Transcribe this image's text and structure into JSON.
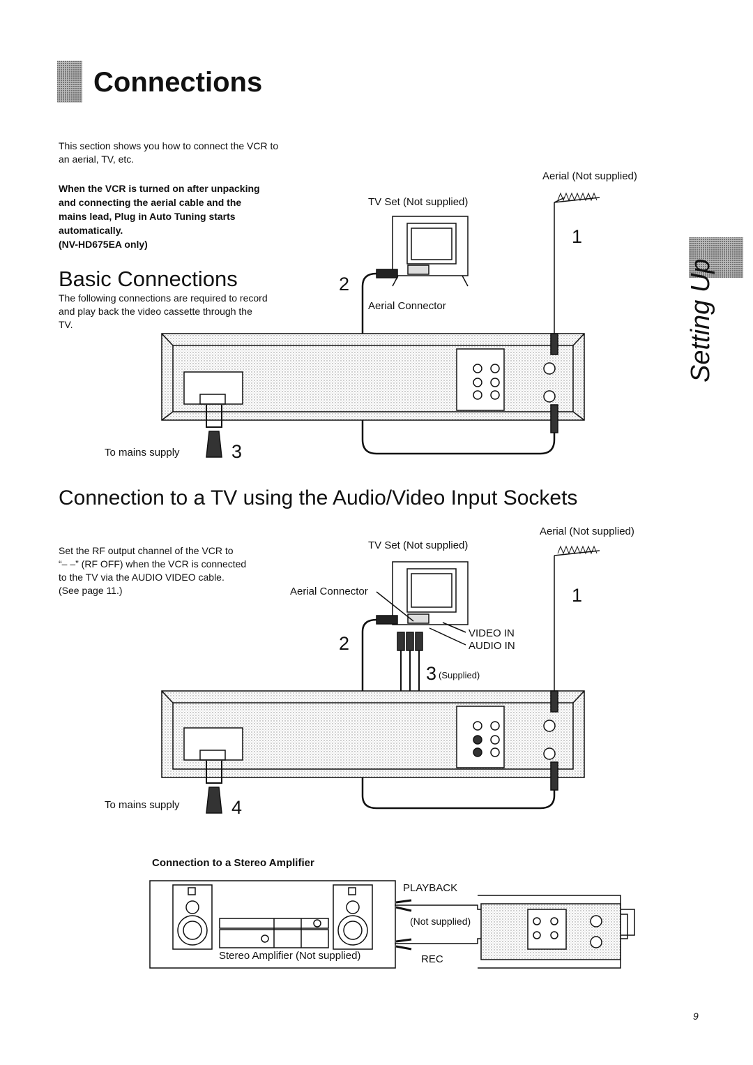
{
  "header": {
    "title": "Connections"
  },
  "intro": {
    "text": "This section shows you how to connect the VCR to an aerial, TV, etc."
  },
  "note": {
    "lines": [
      "When the VCR is turned on after unpacking",
      "and connecting the aerial cable and the",
      "mains lead, Plug in Auto Tuning starts",
      "automatically.",
      "(NV-HD675EA only)"
    ]
  },
  "basic": {
    "heading": "Basic Connections",
    "text": "The following connections are required to record and play back the video cassette through the TV.",
    "aerial_label": "Aerial (Not supplied)",
    "tv_label": "TV Set (Not supplied)",
    "aerial_connector": "Aerial Connector",
    "mains_label": "To mains supply",
    "step1": "1",
    "step2": "2",
    "step3": "3"
  },
  "av": {
    "heading": "Connection to a TV using the Audio/Video Input Sockets",
    "text_lines": [
      "Set the RF output channel of the VCR to",
      "“– –” (RF OFF) when the VCR is connected",
      "to the TV via the AUDIO VIDEO cable.",
      "(See page 11.)"
    ],
    "aerial_label": "Aerial (Not supplied)",
    "tv_label": "TV Set (Not supplied)",
    "aerial_connector": "Aerial Connector",
    "video_in": "VIDEO IN",
    "audio_in": "AUDIO IN",
    "supplied": "(Supplied)",
    "mains_label": "To mains supply",
    "step1": "1",
    "step2": "2",
    "step3": "3",
    "step4": "4"
  },
  "stereo": {
    "heading": "Connection to a Stereo Amplifier",
    "playback": "PLAYBACK",
    "not_supplied": "(Not supplied)",
    "amp_label": "Stereo Amplifier (Not supplied)",
    "rec": "REC"
  },
  "sidebar": {
    "tab_label": "Setting Up"
  },
  "footer": {
    "page_number": "9"
  }
}
